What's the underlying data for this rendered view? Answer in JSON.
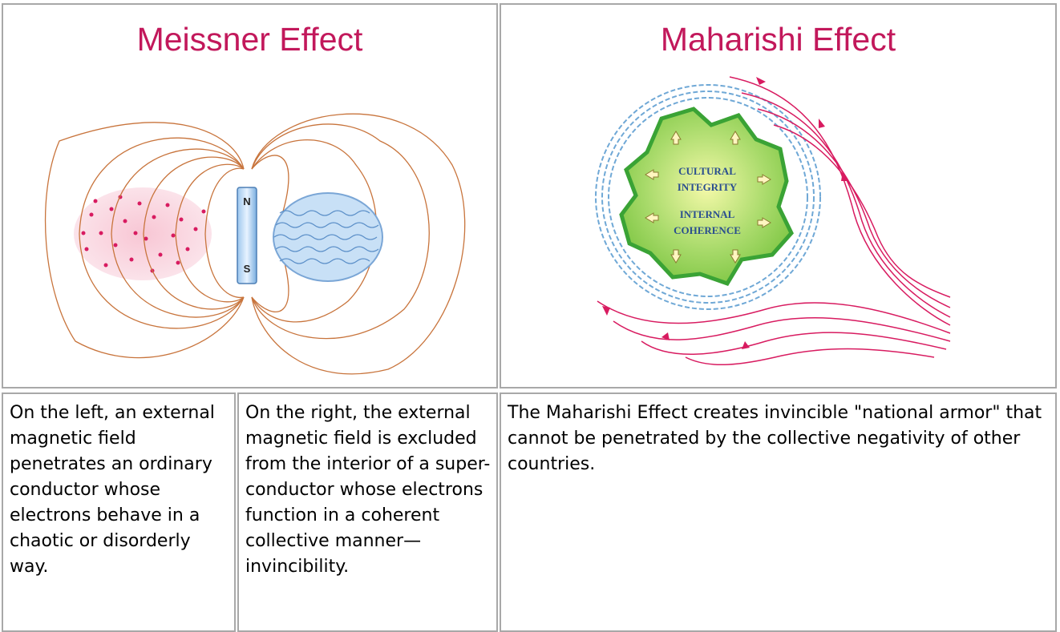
{
  "meissner": {
    "title": "Meissner Effect",
    "magnet_north": "N",
    "magnet_south": "S"
  },
  "maharishi": {
    "title": "Maharishi Effect",
    "label_cultural": "CULTURAL",
    "label_integrity": "INTEGRITY",
    "label_internal": "INTERNAL",
    "label_coherence": "COHERENCE"
  },
  "captions": {
    "left": "On the left, an external magnetic field penetrates an ordinary conductor whose electrons behave in a chaotic or disorderly way.",
    "right": "On the right, the external magnetic field is excluded from the interior of a super-conductor whose electrons function in a coherent collective manner—invincibility.",
    "maharishi": "The Maharishi Effect creates invincible \"national armor\" that cannot be penetrated by the collective negativity of other countries."
  },
  "colors": {
    "title": "#c2185b",
    "field_lines": "#c8743c",
    "arrows": "#d81b60",
    "land": "#8fd14f"
  }
}
